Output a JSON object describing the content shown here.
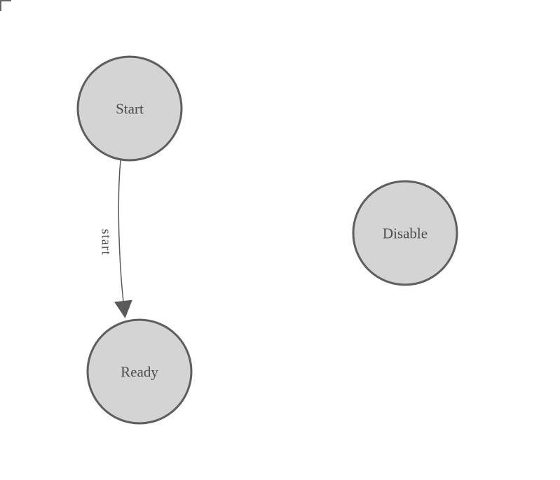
{
  "diagram": {
    "colors": {
      "background": "#ffffff",
      "node_fill": "#d4d4d4",
      "node_stroke": "#5e5e5e",
      "node_text": "#4d4d4d",
      "edge": "#5a5a5a",
      "corner_mark": "#666666"
    },
    "nodes": [
      {
        "id": "start",
        "label": "Start"
      },
      {
        "id": "ready",
        "label": "Ready"
      },
      {
        "id": "disable",
        "label": "Disable"
      }
    ],
    "edges": [
      {
        "from": "start",
        "to": "ready",
        "label": "start"
      }
    ]
  }
}
